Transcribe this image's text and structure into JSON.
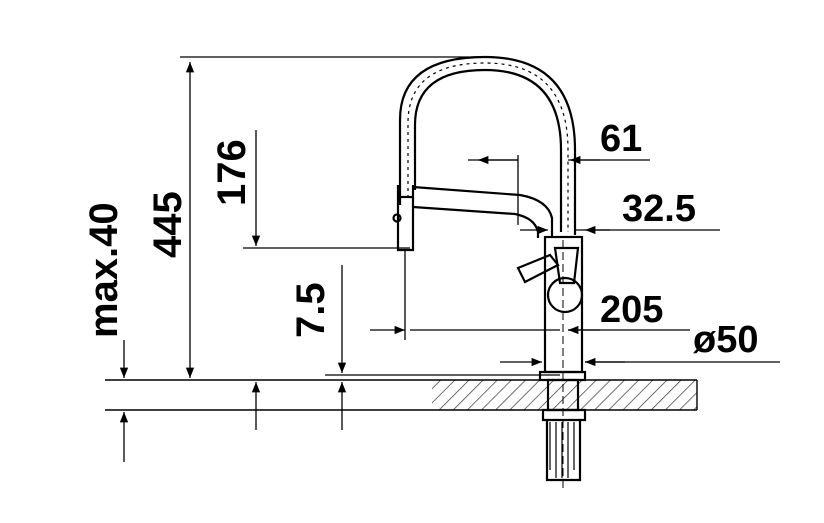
{
  "dimensions": {
    "max_thickness": "max.40",
    "total_height": "445",
    "spout_height": "176",
    "aerator_offset": "7.5",
    "dim_61": "61",
    "dim_32_5": "32.5",
    "reach": "205",
    "base_diameter": "ø50"
  },
  "colors": {
    "line": "#000000",
    "hatch": "#333333",
    "background": "#ffffff"
  }
}
